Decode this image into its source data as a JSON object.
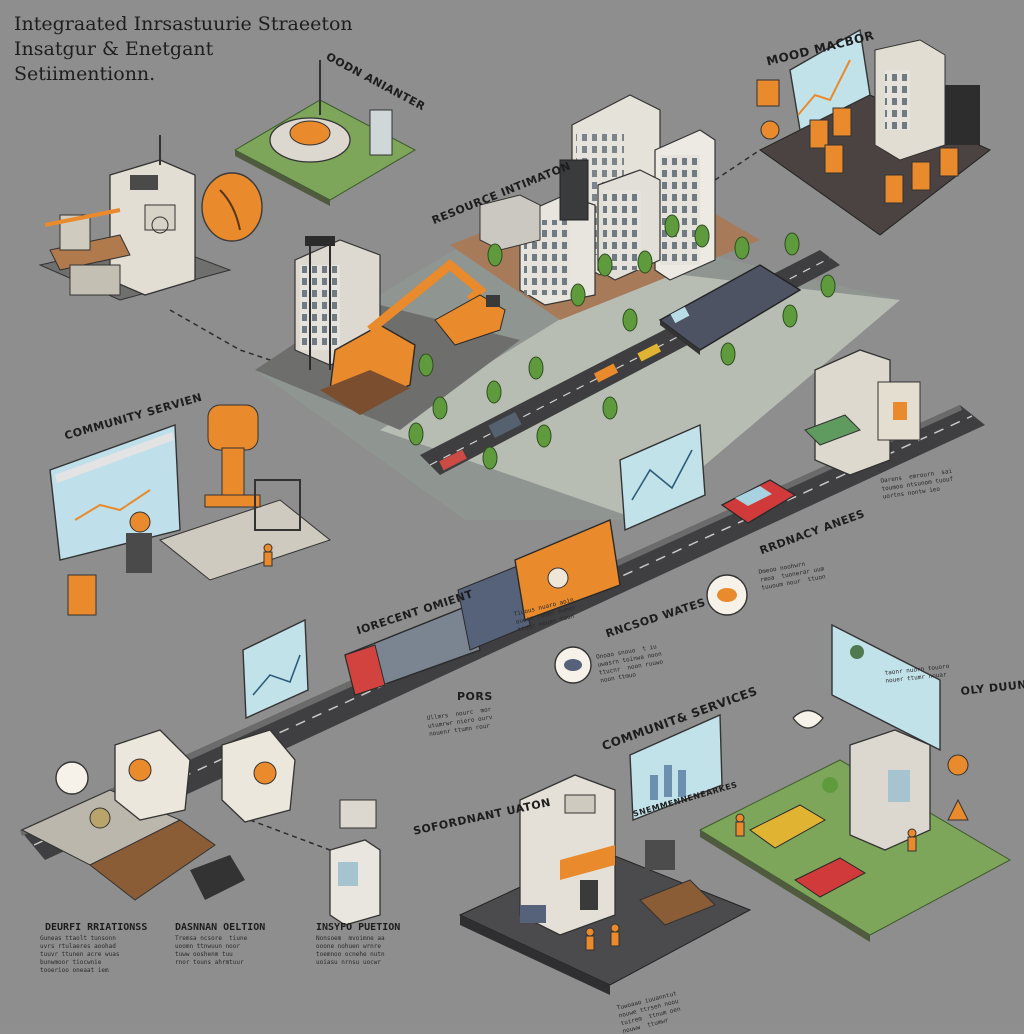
{
  "title": {
    "line1": "Integraated Inrsastuurie Straeeton",
    "line2": "Insatgur & Enetgant",
    "line3": "Setiimentionn."
  },
  "labels": {
    "oodn_anianter": "OODN ANIANTER",
    "mood_macbor": "MOOD MACBOR",
    "resource_intimaton": "RESOURCE INTIMATON",
    "community_servien": "COMMUNITY SERVIEN",
    "rrdnacy_anees": "RRDNACY ANEES",
    "iorecent_omient": "IORECENT OMIENT",
    "rncsod_wates": "RNCSOD WATES",
    "pors": "PORS",
    "community_services": "COMMUNIT& SERVICES",
    "oly_duunf": "OLY DUUNF",
    "sofordnant_uaton": "SOFORDNANT UATON",
    "deurfi_rriationss": "DEURFI RRIATIONSS",
    "dasnnan_oeltion": "DASNNAN OELTION",
    "insyfo_puetion": "INSYFO PUETION",
    "sub_dashboard": "SNEMMENNENEARKES"
  },
  "scribbles": {
    "a": "Guneas ttaolt tunsonn\nuvrs rtulaeres aoohad\ntuuvr ttunen acre wuas\nbunwmoor tiocwnie\ntooerioo oneaat iem",
    "b": "Tremsa ncsore  tiune\nuoomn ttnwuun noor\ntuww ooshenm tuu\nrnor touns ahrmtuur",
    "c": "Nonsoem  mvoimne aa\nooone nohuen wrnre\ntoemnoo ocnehe nutn\nuoiasu nrnsu uocwr",
    "d": "Oarens  emrourn  sai\ntoumoo ntsunom tuouf\nuortns nontw ieo",
    "e": "Dmeoo noohwrn\nrmoa  tuonerar uum\ntuuoum nour  ttuon",
    "f": "Onoao snouo  t iu\nuwasrn toinwa noon\nttucnr  noon ruuwo\nnoon ttmuo",
    "g": "Ullmrs  nourc  mor\nutumrwr niero ourv\nnouenr ttumn rour",
    "h": "Tiuous nuaro aoin\nouoon tuuen ewmer\nttumr nouen taun",
    "i": "Tuwoaao iuuanntut\nnouwe ttrsen noou\ntuirem  ttnum oen\nnouww  ttumwr",
    "j": "taonr nuorn touoro\nnouer ttumr nouar"
  },
  "colors": {
    "background": "#8d8e8d",
    "accent_orange": "#e98a2c",
    "road": "#3f3f41",
    "grass": "#7da65a",
    "screen": "#b9dde6"
  }
}
